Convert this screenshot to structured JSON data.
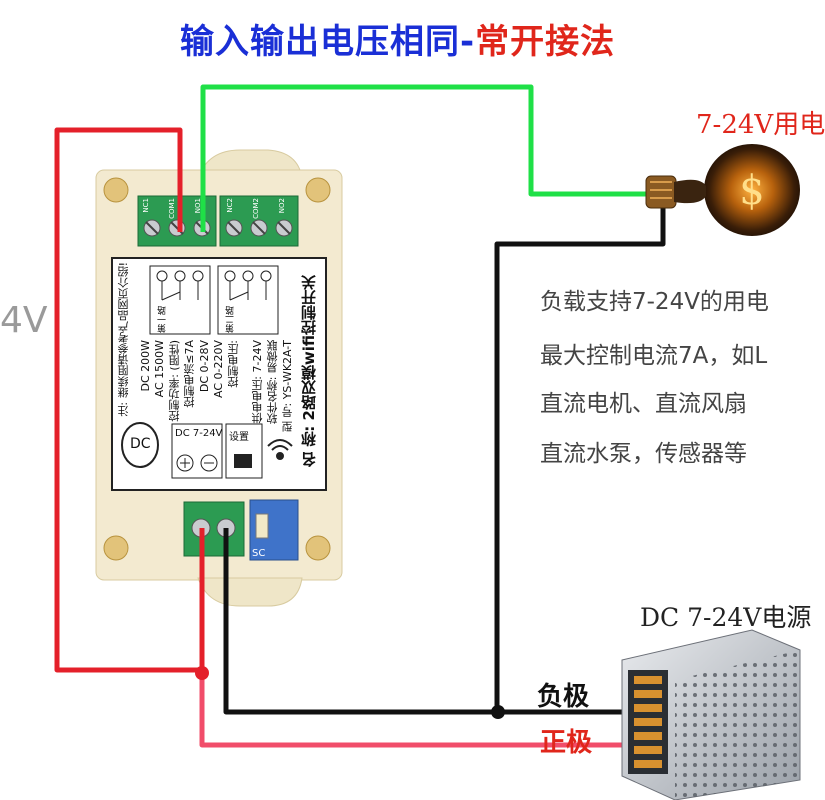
{
  "title": {
    "part1": "输入输出电压相同-",
    "part2": "常开接法"
  },
  "bulb_label": "7-24V用电",
  "left_voltage": "4V",
  "description_lines": [
    "负载支持7-24V的用电",
    "最大控制电流7A，如L",
    "直流电机、直流风扇",
    "直流水泵，传感器等"
  ],
  "psu_label": "DC 7-24V电源",
  "negative_label": "负极",
  "positive_label": "正极",
  "module": {
    "name_line": "名 称: 2路双模wifi控制开关",
    "model_line": "型 号: YS-WK2A-T",
    "software_line": "软件名称: 易微联",
    "supply_line": "供电电压: 7-24V",
    "control_voltage": "控制电压:",
    "ac_range": "AC 0-220V",
    "dc_range": "DC 0-28V",
    "current_line": "控制电流≤7A",
    "power_line": "控制功率: (阻性)",
    "ac_power": "AC 1500W",
    "dc_power": "DC 200W",
    "note_line": "注: 继续阻请参考产品网页介绍!",
    "relay1_label": "第一路",
    "relay2_label": "第二路",
    "dc_badge": "DC",
    "dc_supply_box": "DC 7-24V",
    "setup_label": "设置",
    "terminal_top": [
      "NC1",
      "COM1",
      "NO1",
      "NC2",
      "COM2",
      "NO2"
    ],
    "sc_label": "SC"
  },
  "colors": {
    "red_wire": "#e4202a",
    "green_wire": "#1fe047",
    "black_wire": "#111111",
    "title_blue": "#1a2fd6",
    "title_red": "#e0261b",
    "module_body": "#f3ead0",
    "terminal_green": "#2c9b52"
  }
}
